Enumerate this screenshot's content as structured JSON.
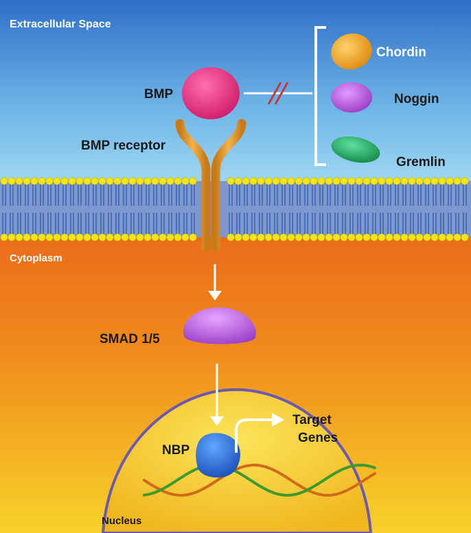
{
  "regions": {
    "extracellular": "Extracellular Space",
    "cytoplasm": "Cytoplasm",
    "nucleus": "Nucleus"
  },
  "molecules": {
    "bmp": "BMP",
    "receptor": "BMP receptor",
    "smad": "SMAD 1/5",
    "nbp": "NBP"
  },
  "antagonists": [
    {
      "name": "Chordin",
      "color": "#f0a215"
    },
    {
      "name": "Noggin",
      "color": "#b24fd6"
    },
    {
      "name": "Gremlin",
      "color": "#1fa65e"
    }
  ],
  "target": {
    "line1": "Target",
    "line2": "Genes"
  },
  "colors": {
    "bmp": "#e8287d",
    "receptor": "#e89a2e",
    "smad": "#b45cd6",
    "nbp": "#2b6fd4",
    "inhibition": "#c0393b",
    "lipid_head": "#f3e51a",
    "lipid_tail": "#4a6fb8",
    "dna_a": "#d06a1a",
    "dna_b": "#3e9a2e"
  }
}
